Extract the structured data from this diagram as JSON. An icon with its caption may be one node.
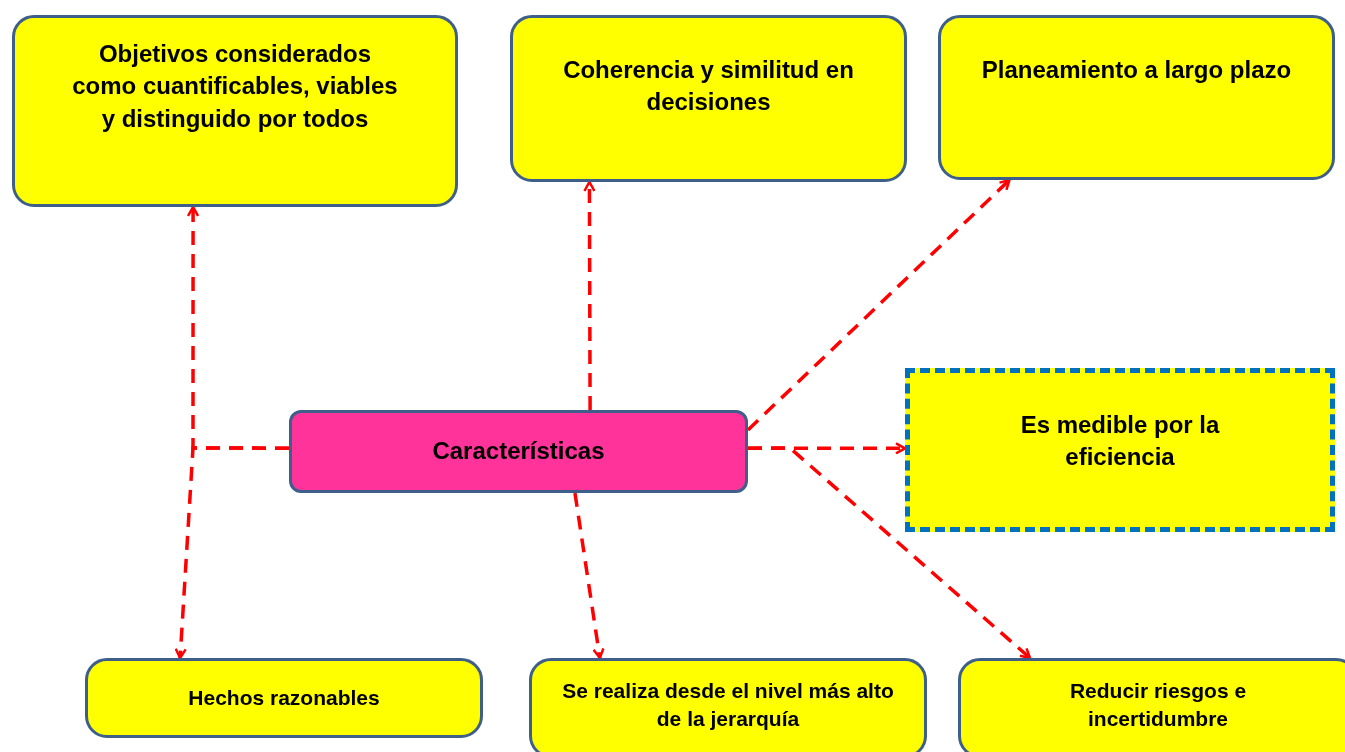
{
  "diagram": {
    "nodes": [
      {
        "text": [
          "Objetivos considerados como cuantificables, viables y distinguido por todos"
        ]
      },
      {
        "text": [
          "Coherencia y similitud en decisiones"
        ]
      },
      {
        "text": [
          "Planeamiento a largo plazo"
        ]
      },
      {
        "text": [
          "Características"
        ]
      },
      {
        "text": [
          "Es medible por la eficiencia"
        ]
      },
      {
        "text": [
          "Hechos razonables"
        ]
      },
      {
        "text": [
          "Se realiza desde el nivel más alto de la jerarquía"
        ]
      },
      {
        "text": [
          "Reducir riesgos e incertidumbre"
        ]
      }
    ],
    "edges": [
      {
        "from": 3,
        "to": 0,
        "arrow": "to",
        "style": "dashed"
      },
      {
        "from": 3,
        "to": 1,
        "arrow": "to",
        "style": "dashed"
      },
      {
        "from": 3,
        "to": 2,
        "arrow": "to",
        "style": "dashed"
      },
      {
        "from": 3,
        "to": 4,
        "arrow": "to",
        "style": "dashed"
      },
      {
        "from": 3,
        "to": 5,
        "arrow": "to",
        "style": "dashed"
      },
      {
        "from": 3,
        "to": 6,
        "arrow": "to",
        "style": "dashed"
      },
      {
        "from": 3,
        "to": 7,
        "arrow": "to",
        "style": "dashed"
      }
    ]
  }
}
